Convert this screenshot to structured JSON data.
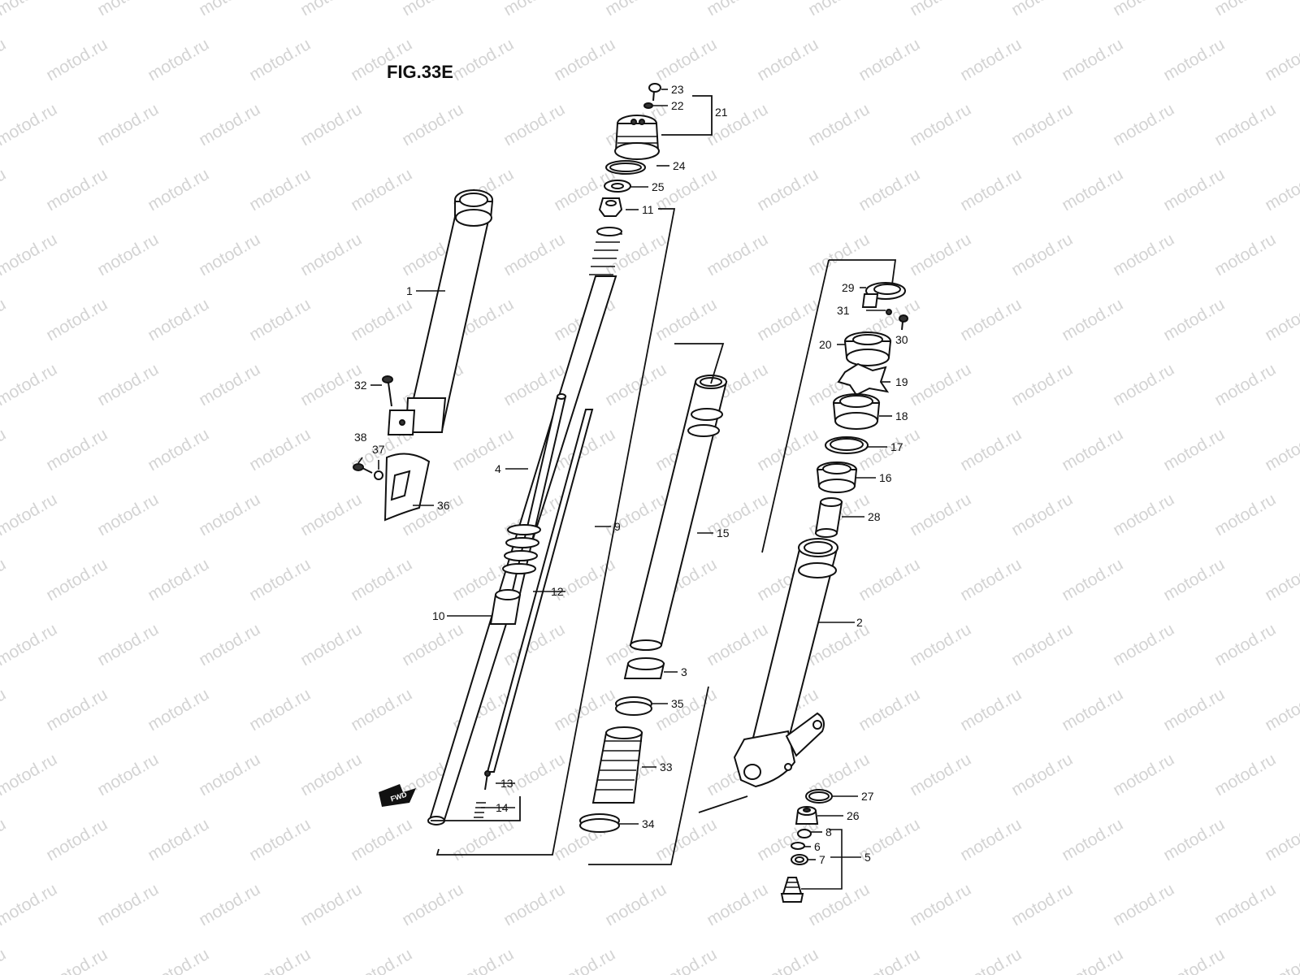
{
  "figure": {
    "title": "FIG.33E"
  },
  "watermark": {
    "text": "motod.ru"
  },
  "fwd_badge": {
    "text": "FWD"
  },
  "callouts": [
    {
      "id": "c1",
      "label": "1"
    },
    {
      "id": "c2",
      "label": "2"
    },
    {
      "id": "c3",
      "label": "3"
    },
    {
      "id": "c4",
      "label": "4"
    },
    {
      "id": "c5",
      "label": "5"
    },
    {
      "id": "c6",
      "label": "6"
    },
    {
      "id": "c7",
      "label": "7"
    },
    {
      "id": "c8",
      "label": "8"
    },
    {
      "id": "c9",
      "label": "9"
    },
    {
      "id": "c10",
      "label": "10"
    },
    {
      "id": "c11",
      "label": "11"
    },
    {
      "id": "c12",
      "label": "12"
    },
    {
      "id": "c13",
      "label": "13"
    },
    {
      "id": "c14",
      "label": "14"
    },
    {
      "id": "c15",
      "label": "15"
    },
    {
      "id": "c16",
      "label": "16"
    },
    {
      "id": "c17",
      "label": "17"
    },
    {
      "id": "c18",
      "label": "18"
    },
    {
      "id": "c19",
      "label": "19"
    },
    {
      "id": "c20",
      "label": "20"
    },
    {
      "id": "c21",
      "label": "21"
    },
    {
      "id": "c22",
      "label": "22"
    },
    {
      "id": "c23",
      "label": "23"
    },
    {
      "id": "c24",
      "label": "24"
    },
    {
      "id": "c25",
      "label": "25"
    },
    {
      "id": "c26",
      "label": "26"
    },
    {
      "id": "c27",
      "label": "27"
    },
    {
      "id": "c28",
      "label": "28"
    },
    {
      "id": "c29",
      "label": "29"
    },
    {
      "id": "c30",
      "label": "30"
    },
    {
      "id": "c31",
      "label": "31"
    },
    {
      "id": "c32",
      "label": "32"
    },
    {
      "id": "c33",
      "label": "33"
    },
    {
      "id": "c34",
      "label": "34"
    },
    {
      "id": "c35",
      "label": "35"
    },
    {
      "id": "c36",
      "label": "36"
    },
    {
      "id": "c37",
      "label": "37"
    },
    {
      "id": "c38",
      "label": "38"
    }
  ]
}
